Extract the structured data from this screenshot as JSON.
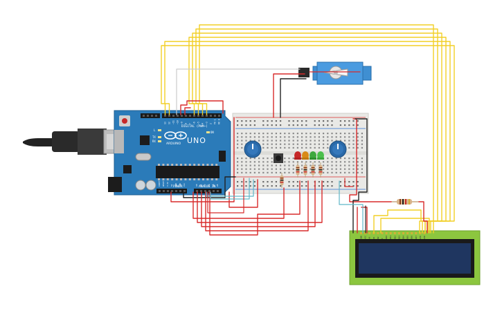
{
  "arduino": {
    "brand": "ARDUINO",
    "model": "UNO",
    "digital_label": "DIGITAL (PWM~)",
    "power_label": "POWER",
    "analog_label": "ANALOG IN",
    "tx_label": "TX",
    "rx_label": "RX",
    "l_label": "L",
    "on_label": "ON",
    "digital_pins": [
      "13",
      "12",
      "~11",
      "~10",
      "~9",
      "8",
      "7",
      "~6",
      "~5",
      "4",
      "~3",
      "2",
      "TX 1",
      "RX 0"
    ],
    "power_pins": [
      "IOREF",
      "RESET",
      "3.3V",
      "5V",
      "GND",
      "GND",
      "Vin"
    ],
    "analog_pins": [
      "A0",
      "A1",
      "A2",
      "A3",
      "A4",
      "A5"
    ]
  },
  "lcd": {
    "pin_labels": [
      "GND",
      "VCC",
      "V0",
      "RS",
      "RW",
      "E",
      "DB0",
      "DB1",
      "DB2",
      "DB3",
      "DB4",
      "DB5",
      "DB6",
      "DB7",
      "LED",
      "LED"
    ]
  },
  "colors": {
    "board": "#2b7bb9",
    "board_dark": "#1f5f91",
    "wire_yellow": "#f2cf26",
    "wire_red": "#d82a2a",
    "wire_black": "#222222",
    "wire_cyan": "#5fb6c8",
    "wire_gray": "#cccccc",
    "breadboard": "#e9e9e6",
    "lcd_pcb": "#8cc63f",
    "lcd_screen": "#1f3660",
    "servo": "#3f8fd2",
    "pot": "#2a69a8",
    "led_red": "#c62828",
    "led_orange": "#d88a18",
    "led_green": "#3ea83e",
    "led_green2": "#4bbf4b"
  }
}
